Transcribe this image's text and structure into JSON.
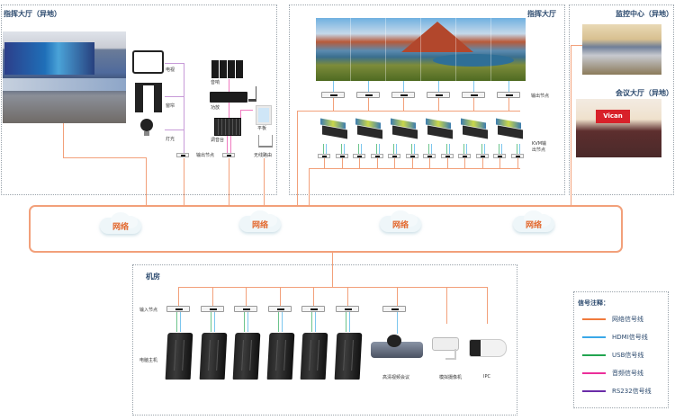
{
  "diagram": {
    "panels": {
      "remote_command_hall": {
        "title": "指挥大厅（异地）"
      },
      "command_hall": {
        "title": "指挥大厅"
      },
      "monitor_center": {
        "title": "监控中心（异地）"
      },
      "conference_hall": {
        "title": "会议大厅（异地）"
      },
      "machine_room": {
        "title": "机房"
      }
    },
    "remote_devices": {
      "tv": "电视",
      "curtain": "窗帘",
      "light": "灯光",
      "speaker": "音响",
      "amplifier": "功放",
      "mixer": "调音台",
      "tablet": "平板",
      "wireless_router": "无线路由",
      "output_node": "输出节点"
    },
    "command_hall": {
      "output_node_label": "输出节点",
      "kvm_node_label_line1": "KVM输",
      "kvm_node_label_line2": "出节点",
      "workstation_count": 6,
      "output_node_count": 6
    },
    "network": {
      "cloud_labels": [
        "网络",
        "网络",
        "网络",
        "网络"
      ]
    },
    "machine_room": {
      "input_node_label": "输入节点",
      "host_label": "电脑主机",
      "host_count": 6,
      "video_conf_label": "高清视频会议",
      "analog_camera_label": "模拟摄像机",
      "ipc_label": "IPC"
    },
    "conference_screen_brand": "Vican",
    "legend": {
      "title": "信号注释：",
      "items": [
        {
          "label": "网络信号线",
          "color": "#f07a3c"
        },
        {
          "label": "HDMI信号线",
          "color": "#3aa8e8"
        },
        {
          "label": "USB信号线",
          "color": "#22a550"
        },
        {
          "label": "音频信号线",
          "color": "#ec2f9a"
        },
        {
          "label": "RS232信号线",
          "color": "#6a2ca8"
        }
      ]
    },
    "colors": {
      "network_line": "#f2a07a",
      "hdmi_line": "#7cc6ee",
      "usb_line": "#6cc48c",
      "audio_line": "#f07ac0",
      "rs232_line": "#c79ad8",
      "title_text": "#2c4a6e",
      "cloud_text": "#e2692f"
    }
  }
}
